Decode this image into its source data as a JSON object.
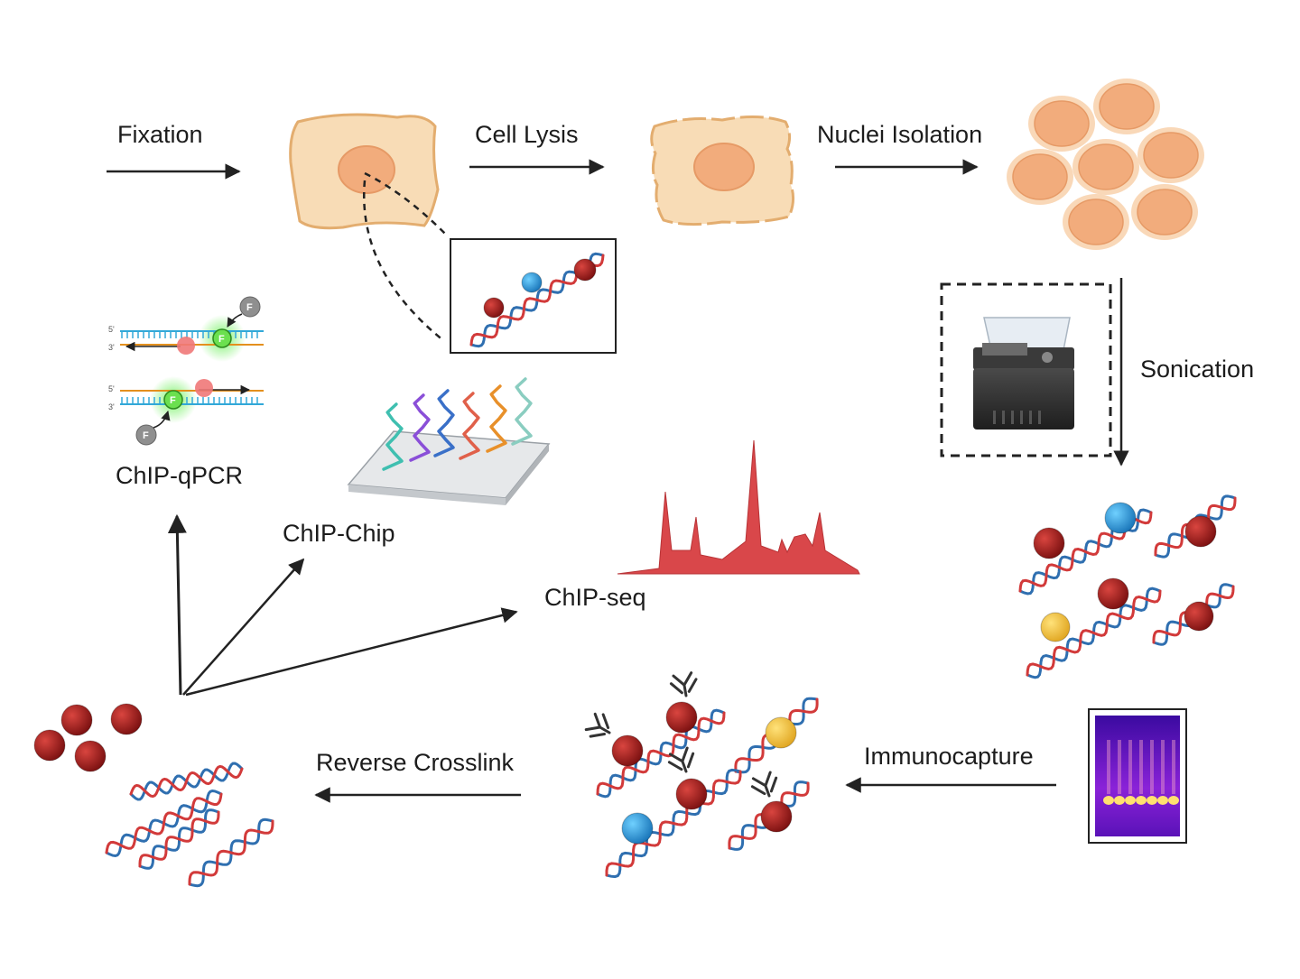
{
  "steps": {
    "fixation": "Fixation",
    "cell_lysis": "Cell Lysis",
    "nuclei_isolation": "Nuclei Isolation",
    "sonication": "Sonication",
    "immunocapture": "Immunocapture",
    "reverse_crosslink": "Reverse Crosslink"
  },
  "methods": {
    "chip_qpcr": "ChIP-qPCR",
    "chip_chip": "ChIP-Chip",
    "chip_seq": "ChIP-seq"
  },
  "qpcr_inset": {
    "probe_letter": "F",
    "strand_5": "5'",
    "strand_3": "3'"
  },
  "colors": {
    "cell_fill": "#f8dcb6",
    "cell_stroke": "#e3ad6f",
    "nucleus": "#f2ac7c",
    "protein_red": "#a41e1e",
    "protein_blue": "#2a9fd6",
    "protein_yellow": "#f3c340",
    "dna_red": "#d23a3a",
    "dna_blue": "#2f6fb0",
    "peak_fill": "#d9474a",
    "arrow": "#222222",
    "probe_green": "#5fe34a",
    "gel_purple": "#7d20d8"
  }
}
